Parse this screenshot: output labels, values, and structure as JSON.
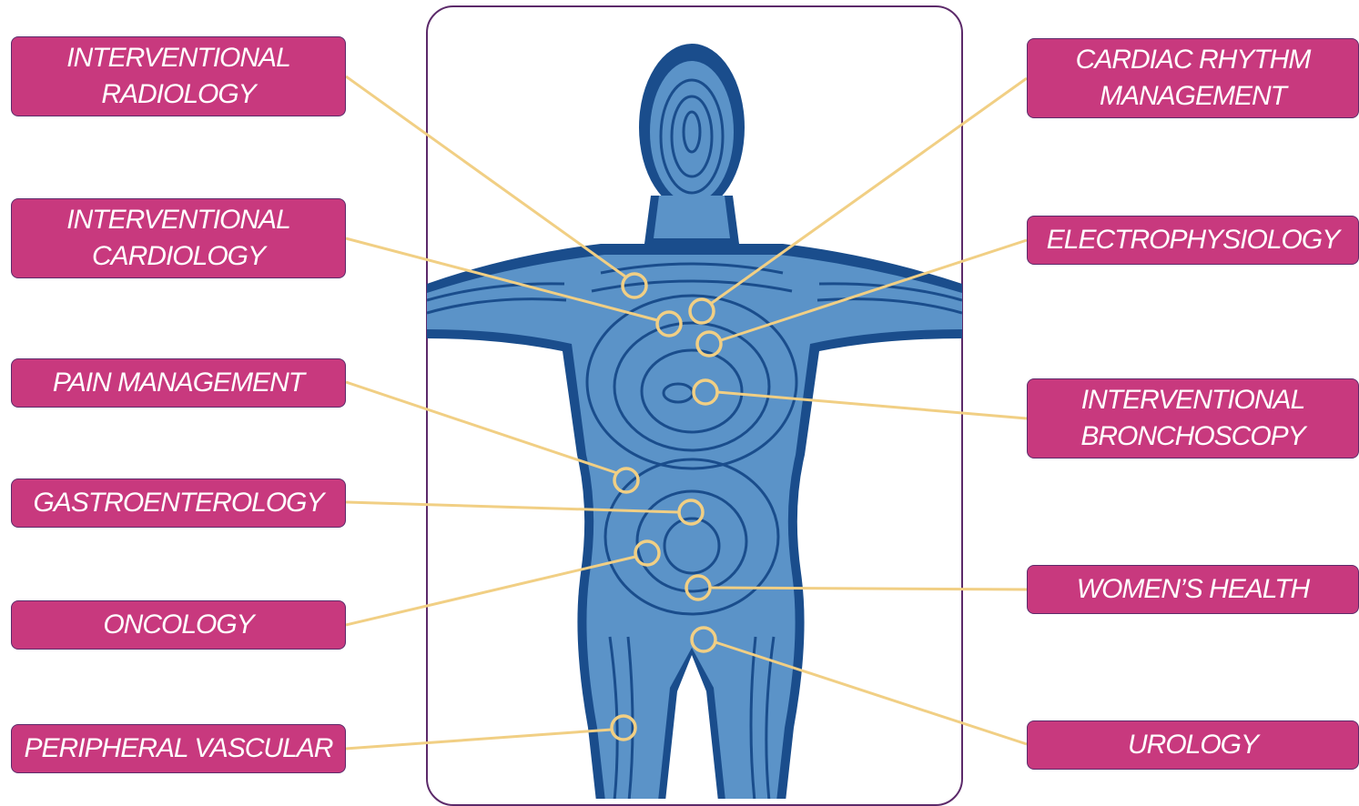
{
  "colors": {
    "label_bg": "#c8397e",
    "label_border": "#5c2a6a",
    "connector": "#f1cf84",
    "body_fill": "#5b93c8",
    "body_contour": "#1a4d8c",
    "frame_border": "#5c2a6a"
  },
  "labels": {
    "interventional_radiology": "INTERVENTIONAL\nRADIOLOGY",
    "interventional_cardiology": "INTERVENTIONAL\nCARDIOLOGY",
    "pain_management": "PAIN MANAGEMENT",
    "gastroenterology": "GASTROENTEROLOGY",
    "oncology": "ONCOLOGY",
    "peripheral_vascular": "PERIPHERAL VASCULAR",
    "cardiac_rhythm_management": "CARDIAC RHYTHM\nMANAGEMENT",
    "electrophysiology": "ELECTROPHYSIOLOGY",
    "interventional_bronchoscopy": "INTERVENTIONAL\nBRONCHOSCOPY",
    "womens_health": "WOMEN’S HEALTH",
    "urology": "UROLOGY"
  },
  "icons": {
    "figure": "human-body-contour-illustration",
    "marker": "ring-marker"
  }
}
